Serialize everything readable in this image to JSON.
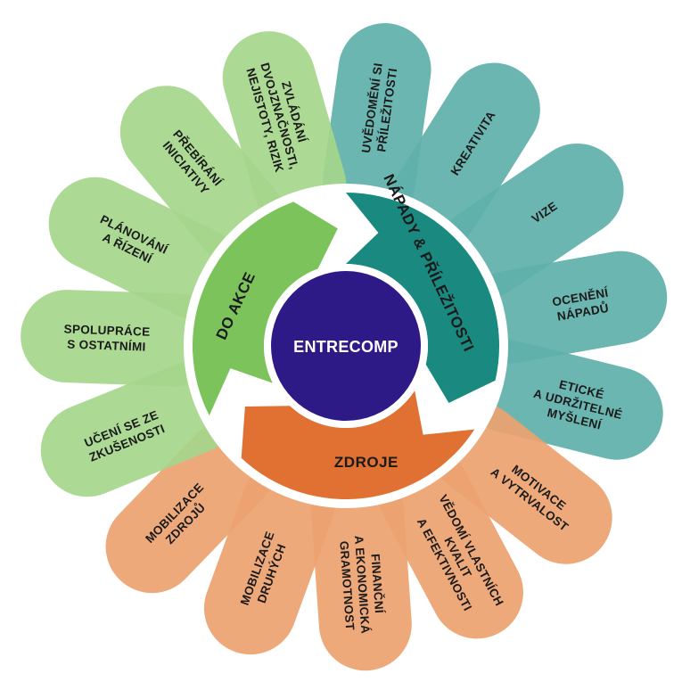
{
  "title": "",
  "center": {
    "label": "ENTRECOMP",
    "color": "#2e1a87"
  },
  "areas": [
    {
      "id": "ideas",
      "label": "NÁPADY & PŘÍLEŽITOSTI",
      "ring_color": "#1a8a80",
      "petal_color": "#5fb0aa"
    },
    {
      "id": "resources",
      "label": "ZDROJE",
      "ring_color": "#e07132",
      "petal_color": "#eda270"
    },
    {
      "id": "action",
      "label": "DO AKCE",
      "ring_color": "#7cc35c",
      "petal_color": "#a5d68b"
    }
  ],
  "competences": [
    {
      "area": "ideas",
      "lines": [
        "UVĚDOMĚNÍ SI",
        "PŘÍLEŽITOSTI"
      ]
    },
    {
      "area": "ideas",
      "lines": [
        "KREATIVITA"
      ]
    },
    {
      "area": "ideas",
      "lines": [
        "VIZE"
      ]
    },
    {
      "area": "ideas",
      "lines": [
        "OCENĚNÍ",
        "NÁPADŮ"
      ]
    },
    {
      "area": "ideas",
      "lines": [
        "ETICKÉ",
        "A UDRŽITELNÉ",
        "MYŠLENÍ"
      ]
    },
    {
      "area": "resources",
      "lines": [
        "MOTIVACE",
        "A VYTRVALOST"
      ]
    },
    {
      "area": "resources",
      "lines": [
        "VĚDOMÍ VLASTNÍCH",
        "KVALIT",
        "A EFEKTIVNOSTI"
      ]
    },
    {
      "area": "resources",
      "lines": [
        "FINANČNÍ",
        "A EKONOMICKÁ",
        "GRAMOTNOST"
      ]
    },
    {
      "area": "resources",
      "lines": [
        "MOBILIZACE",
        "DRUHÝCH"
      ]
    },
    {
      "area": "resources",
      "lines": [
        "MOBILIZACE",
        "ZDROJŮ"
      ]
    },
    {
      "area": "action",
      "lines": [
        "UČENÍ SE ZE",
        "ZKUŠENOSTI"
      ]
    },
    {
      "area": "action",
      "lines": [
        "SPOLUPRÁCE",
        "S OSTATNÍMI"
      ]
    },
    {
      "area": "action",
      "lines": [
        "PLÁNOVÁNÍ",
        "A ŘÍZENÍ"
      ]
    },
    {
      "area": "action",
      "lines": [
        "PŘEBÍRÁNÍ",
        "INICIATIVY"
      ]
    },
    {
      "area": "action",
      "lines": [
        "ZVLÁDÁNÍ",
        "DVOJZNAČNOSTI,",
        "NEJISTOTY, RIZIK"
      ]
    }
  ]
}
